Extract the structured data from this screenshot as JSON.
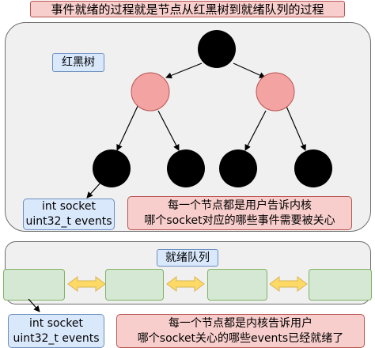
{
  "title": "事件就绪的过程就是节点从红黑树到就绪队列的过程",
  "tree": {
    "label": "红黑树",
    "info_blue": {
      "line1": "int socket",
      "line2": "uint32_t events"
    },
    "info_pink": {
      "line1": "每一个节点都是用户告诉内核",
      "line2": "哪个socket对应的哪些事件需要被关心"
    }
  },
  "queue": {
    "label": "就绪队列",
    "info_blue": {
      "line1": "int socket",
      "line2": "uint32_t events"
    },
    "info_pink": {
      "line1": "每一个节点都是内核告诉用户",
      "line2": "哪个socket关心的哪些events已经就绪了"
    }
  },
  "colors": {
    "black_node": "#000000",
    "red_node": "#f08080",
    "queue_node": "#d5e8d4",
    "arrow": "#ffd966"
  }
}
